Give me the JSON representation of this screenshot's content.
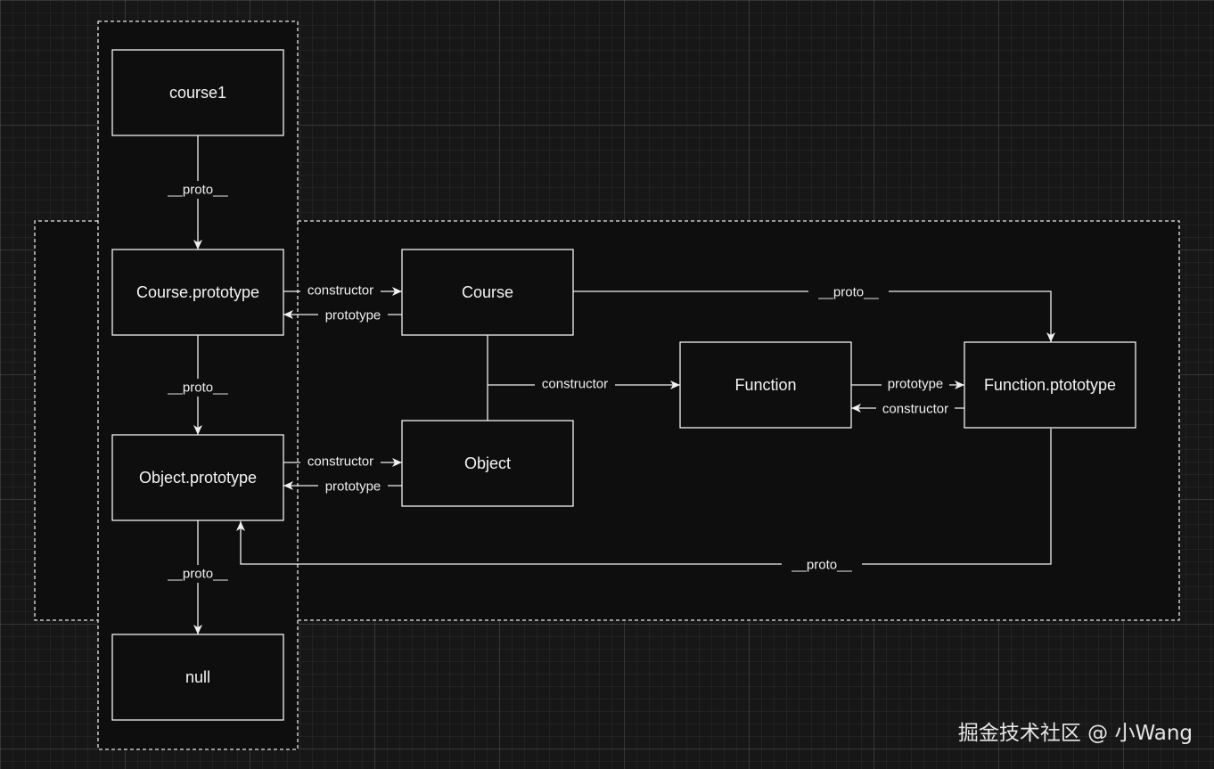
{
  "nodes": {
    "course1": "course1",
    "course_prototype": "Course.prototype",
    "object_prototype": "Object.prototype",
    "null_node": "null",
    "course": "Course",
    "object": "Object",
    "function": "Function",
    "function_prototype": "Function.ptototype"
  },
  "edges": {
    "course1_to_course_prototype": "__proto__",
    "course_prototype_to_object_prototype": "__proto__",
    "object_prototype_to_null": "__proto__",
    "course_prototype_to_course": "constructor",
    "course_to_course_prototype": "prototype",
    "object_prototype_to_object": "constructor",
    "object_to_object_prototype": "prototype",
    "course_object_to_function": "constructor",
    "function_to_function_prototype": "prototype",
    "function_prototype_to_function": "constructor",
    "course_to_function_prototype": "__proto__",
    "function_prototype_to_object_prototype": "__proto__"
  },
  "watermark": "掘金技术社区 @ 小Wang"
}
